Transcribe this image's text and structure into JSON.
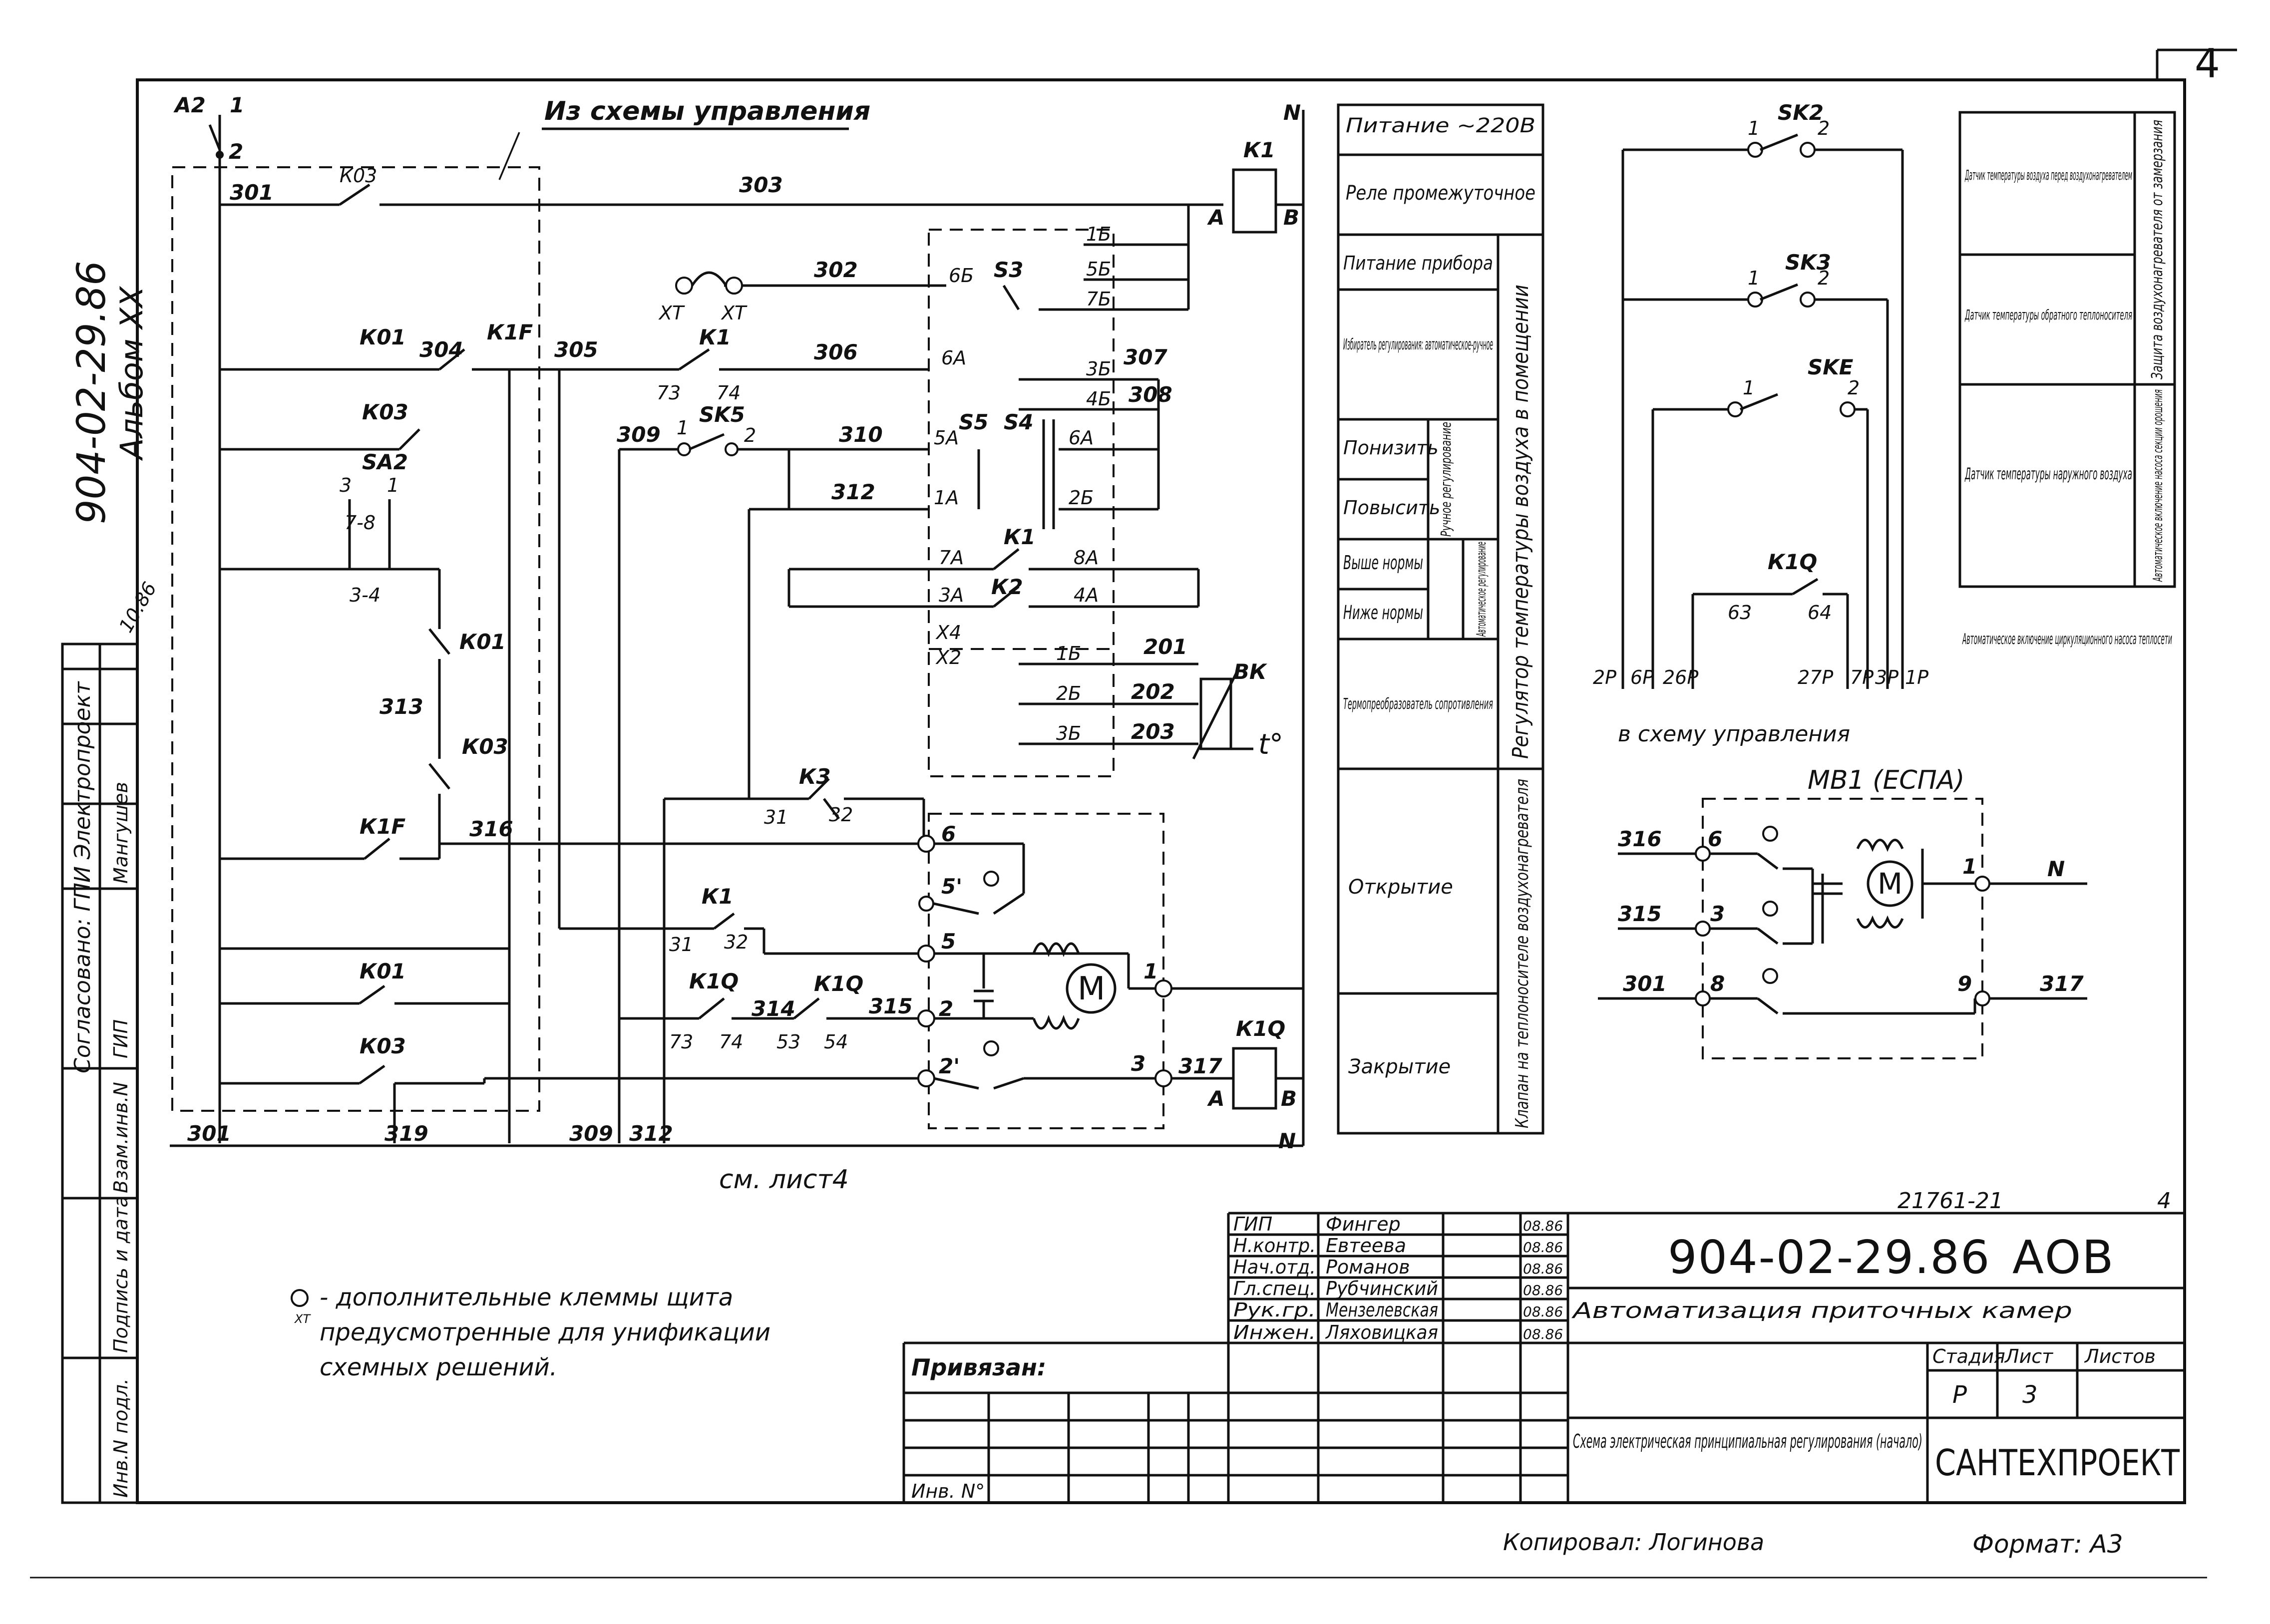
{
  "sheet": {
    "number": "4",
    "side_code": "904-02-29.86",
    "side_album": "Альбом XX",
    "top_caption": "Из схемы управления",
    "bottom_caption": "см. лист4",
    "stamp_number": "21761-21",
    "stamp_sheet": "4",
    "copied_by": "Копировал: Логинова",
    "format": "Формат: А3"
  },
  "left_strip": {
    "agreed": "Согласовано: ГПИ Электропроект",
    "roles": [
      "ГИП",
      "Мангушев",
      "Инв.N подл.",
      "Подпись и дата",
      "Взам.инв.N"
    ],
    "sign_date": "10.86"
  },
  "wires": {
    "a2": "А2",
    "w1": "1",
    "w2": "2",
    "n_top": "N",
    "n_bottom": "N",
    "w301": "301",
    "w303": "303",
    "w302": "302",
    "w304": "304",
    "w305": "305",
    "w306": "306",
    "w307": "307",
    "w308": "308",
    "w309": "309",
    "w310": "310",
    "w312": "312",
    "w313": "313",
    "w316": "316",
    "w314": "314",
    "w315": "315",
    "w317": "317",
    "w319": "319",
    "w201": "201",
    "w202": "202",
    "w203": "203",
    "w301b": "301",
    "w309b": "309",
    "w312b": "312"
  },
  "devices": {
    "k1": "К1",
    "k1q": "К1Q",
    "k01": "К01",
    "k03": "К03",
    "k1f": "К1F",
    "sa2": "SA2",
    "sk5": "SK5",
    "k3": "К3",
    "k2": "К2",
    "s3": "S3",
    "s4": "S4",
    "s5": "S5",
    "bk": "ВК",
    "t": "t°",
    "xt": "ХТ",
    "coil_a": "А",
    "coil_b": "В",
    "motor": "М"
  },
  "contacts": {
    "c73": "73",
    "c74": "74",
    "c53": "53",
    "c54": "54",
    "c31": "31",
    "c32": "32",
    "c5": "5",
    "c51": "5'",
    "c6": "6",
    "c2": "2",
    "c21": "2'",
    "c3": "3",
    "c1": "1",
    "c78": "7-8",
    "c34": "3-4",
    "c3a": "3",
    "c1a": "1",
    "x4": "Х4",
    "x2": "Х2"
  },
  "terminals": [
    "1Б",
    "5Б",
    "7Б",
    "6Б",
    "3Б",
    "4Б",
    "5А",
    "6А",
    "1А",
    "2Б",
    "7А",
    "8А",
    "3А",
    "4А",
    "1Б",
    "2Б",
    "3Б"
  ],
  "function_table": {
    "rows": [
      "Питание ~220В",
      "Реле промежуточное",
      "Питание прибора",
      "Избиратель регулирования: автоматическое-ручное",
      "Понизить",
      "Повысить",
      "Выше нормы",
      "Ниже нормы",
      "Термопреобразователь сопротивления",
      "Открытие",
      "Закрытие"
    ],
    "sub_manual": "Ручное регулирование",
    "sub_auto": "Автоматическое регулирование",
    "group_regulator": "Регулятор температуры воздуха в помещении",
    "group_valve": "Клапан на теплоносителе воздухонагревателя"
  },
  "sensors": {
    "sk2": "SK2",
    "sk3": "SK3",
    "ske": "SKE",
    "k1q": "К1Q",
    "c63": "63",
    "c64": "64",
    "n1": "1",
    "n2": "2",
    "bottom_terms": [
      "2Р",
      "6Р",
      "26Р",
      "27Р",
      "7Р",
      "3Р",
      "1Р"
    ],
    "to_control": "в схему управления",
    "labels": [
      "Датчик температуры воздуха перед воздухонагревателем",
      "Датчик температуры обратного теплоносителя",
      "Датчик температуры наружного воздуха"
    ],
    "side_protect": "Защита воздухонагревателя от замерзания",
    "side_auto": "Автоматическое включение насоса секции орошения",
    "auto_pump": "Автоматическое включение циркуляционного насоса теплосети"
  },
  "mb1": {
    "title": "МВ1 (ЕСПА)",
    "w316": "316",
    "w315": "315",
    "w301": "301",
    "w317": "317",
    "n": "N",
    "t6": "6",
    "t3": "3",
    "t8": "8",
    "t1": "1",
    "t9": "9",
    "motor": "М"
  },
  "note": {
    "marker": "ХТ",
    "lines": [
      "- дополнительные клеммы щита",
      "предусмотренные для унификации",
      "схемных решений."
    ]
  },
  "title_block": {
    "bound": "Привязан:",
    "inv": "Инв. N°",
    "people": [
      {
        "role": "ГИП",
        "name": "Фингер",
        "date": "08.86"
      },
      {
        "role": "Н.контр.",
        "name": "Евтеева",
        "date": "08.86"
      },
      {
        "role": "Нач.отд.",
        "name": "Романов",
        "date": "08.86"
      },
      {
        "role": "Гл.спец.",
        "name": "Рубчинский",
        "date": "08.86"
      },
      {
        "role": "Рук.гр.",
        "name": "Мензелевская",
        "date": "08.86"
      },
      {
        "role": "Инжен.",
        "name": "Ляховицкая",
        "date": "08.86"
      }
    ],
    "project_code": "904-02-29.86",
    "section": "АОВ",
    "project_title": "Автоматизация приточных камер",
    "stage_h": "Стадия",
    "sheet_h": "Лист",
    "sheets_h": "Листов",
    "stage": "Р",
    "sheet": "3",
    "drawing_title": "Схема электрическая принципиальная регулирования (начало)",
    "org": "САНТЕХПРОЕКТ"
  }
}
